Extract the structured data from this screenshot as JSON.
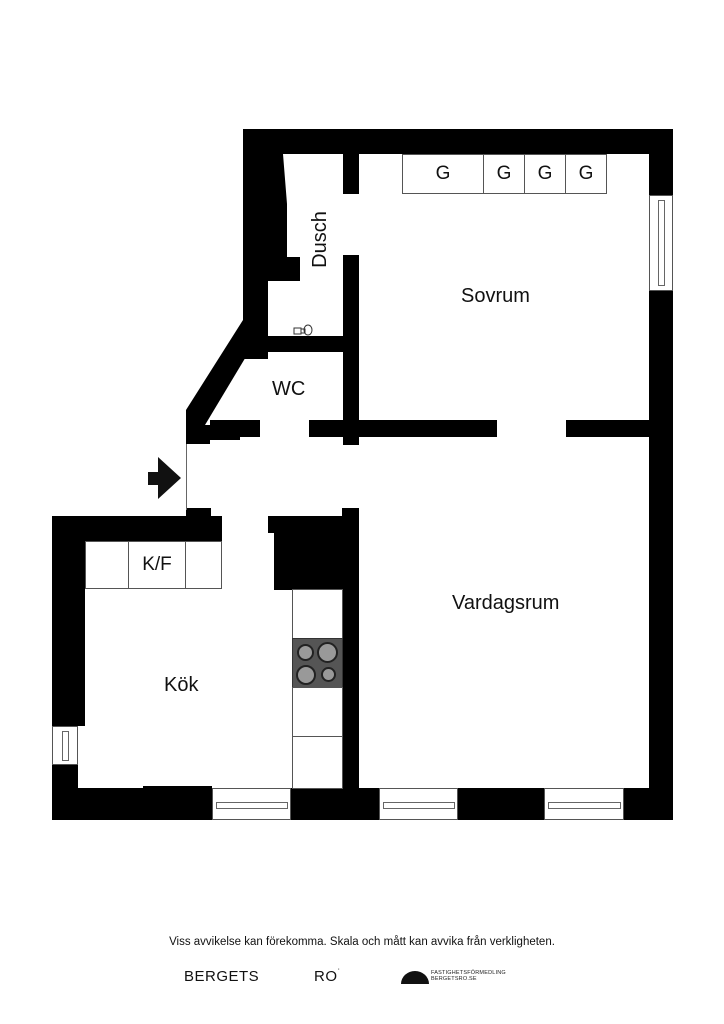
{
  "rooms": {
    "sovrum": "Sovrum",
    "vardagsrum": "Vardagsrum",
    "kok": "Kök",
    "wc": "WC",
    "dusch": "Dusch"
  },
  "fixtures": {
    "wardrobes": [
      "G",
      "G",
      "G",
      "G"
    ],
    "fridge_freezer": "K/F"
  },
  "footer": {
    "disclaimer": "Viss avvikelse kan förekomma. Skala och mått kan avvika från verkligheten.",
    "brand_left": "BERGETS",
    "brand_right": "RO",
    "brand_mark": "˙",
    "agency_line1": "FASTIGHETSFÖRMEDLING",
    "agency_line2": "BERGETSRO.SE"
  },
  "colors": {
    "wall": "#000000",
    "background": "#ffffff",
    "stove": "#555555"
  }
}
